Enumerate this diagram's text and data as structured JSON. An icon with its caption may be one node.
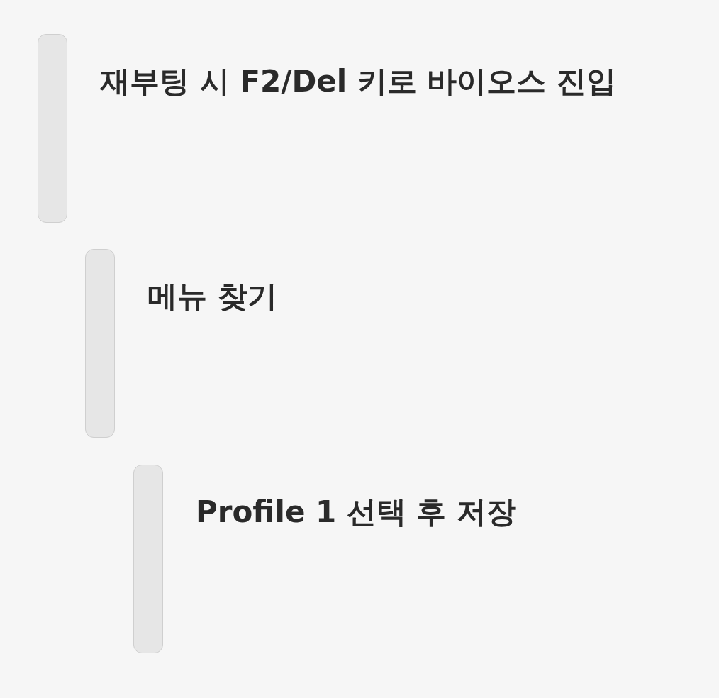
{
  "diagram": {
    "nodes": [
      {
        "text": [],
        "shape": "bar",
        "beside": [
          "재부팅 시 F2/Del 키로 바이오스 진입"
        ]
      },
      {
        "text": [],
        "shape": "bar",
        "beside": [
          "메뉴 찾기"
        ]
      },
      {
        "text": [],
        "shape": "bar",
        "beside": [
          "Profile 1 선택 후 저장"
        ]
      }
    ]
  }
}
